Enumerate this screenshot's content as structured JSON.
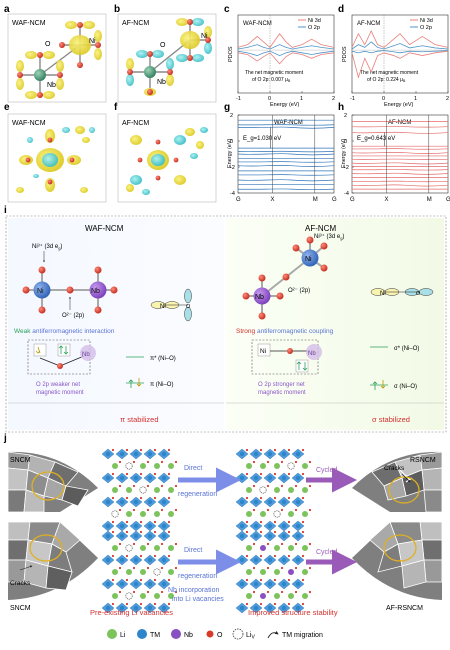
{
  "panel_letters": {
    "a": "a",
    "b": "b",
    "c": "c",
    "d": "d",
    "e": "e",
    "f": "f",
    "g": "g",
    "h": "h",
    "i": "i",
    "j": "j"
  },
  "structures": {
    "a": {
      "title": "WAF-NCM",
      "labels": [
        "Ni",
        "O",
        "Nb"
      ]
    },
    "b": {
      "title": "AF-NCM",
      "labels": [
        "Ni",
        "O",
        "Nb"
      ]
    },
    "e": {
      "title": "WAF-NCM"
    },
    "f": {
      "title": "AF-NCM"
    }
  },
  "colors": {
    "ni3d": "#e8807a",
    "o2p": "#4f95c8",
    "li": "#7cc35c",
    "tm": "#2d86c9",
    "nb": "#8a4fc0",
    "o": "#d83a2a",
    "bandWAF": "#2f73b8",
    "bandAF": "#e46a6a",
    "green": "#2aa15a",
    "red": "#d3302f",
    "purple": "#8a56c6",
    "blue": "#5a73d4"
  },
  "chart_data": [
    {
      "type": "line",
      "title": "WAF-NCM",
      "ylabel": "PDOS",
      "xlabel": "Energy (eV)",
      "xlim": [
        -1,
        2
      ],
      "xticks": [
        -1,
        0,
        1,
        2
      ],
      "legend": [
        "Ni 3d",
        "O 2p"
      ],
      "annotation": "The net magnetic moment\nof O 2p: 0.007 μB",
      "ann_l1": "The net magnetic moment",
      "ann_l2": "of O 2p: 0.007 μ",
      "series": [
        {
          "name": "Ni 3d",
          "x": [
            -1,
            -0.7,
            -0.4,
            -0.2,
            0,
            0.3,
            0.5,
            0.7,
            1.0,
            1.3,
            1.6,
            2.0
          ],
          "up": [
            0.05,
            0.1,
            0.25,
            0.15,
            0.05,
            0.3,
            0.15,
            0.05,
            0.1,
            0.2,
            0.1,
            0.05
          ],
          "down": [
            0.05,
            0.08,
            0.2,
            0.12,
            0.05,
            0.25,
            0.12,
            0.05,
            0.08,
            0.15,
            0.08,
            0.05
          ]
        },
        {
          "name": "O 2p",
          "x": [
            -1,
            -0.7,
            -0.4,
            -0.2,
            0,
            0.3,
            0.5,
            0.7,
            1.0,
            1.3,
            1.6,
            2.0
          ],
          "up": [
            0.02,
            0.05,
            0.1,
            0.05,
            0.02,
            0.1,
            0.05,
            0.02,
            0.05,
            0.08,
            0.05,
            0.02
          ],
          "down": [
            0.02,
            0.05,
            0.1,
            0.05,
            0.02,
            0.1,
            0.05,
            0.02,
            0.05,
            0.08,
            0.05,
            0.02
          ]
        }
      ]
    },
    {
      "type": "line",
      "title": "AF-NCM",
      "ylabel": "PDOS",
      "xlabel": "Energy (eV)",
      "xlim": [
        -1,
        2
      ],
      "xticks": [
        -1,
        0,
        1,
        2
      ],
      "legend": [
        "Ni 3d",
        "O 2p"
      ],
      "annotation": "The net magnetic moment\nof O 2p: 0.224 μB",
      "ann_l1": "The net magnetic moment",
      "ann_l2": "of O 2p: 0.224 μ",
      "series": [
        {
          "name": "Ni 3d",
          "x": [
            -1,
            -0.8,
            -0.6,
            -0.4,
            -0.2,
            0,
            0.3,
            0.5,
            0.8,
            1.2,
            1.6,
            2.0
          ],
          "up": [
            0.05,
            0.3,
            0.1,
            0.35,
            0.1,
            0.05,
            0.2,
            0.3,
            0.1,
            0.25,
            0.1,
            0.05
          ],
          "down": [
            0.05,
            0.5,
            0.15,
            0.4,
            0.1,
            0.05,
            0.1,
            0.15,
            0.05,
            0.1,
            0.05,
            0.02
          ]
        },
        {
          "name": "O 2p",
          "x": [
            -1,
            -0.8,
            -0.6,
            -0.4,
            -0.2,
            0,
            0.3,
            0.5,
            0.8,
            1.2,
            1.6,
            2.0
          ],
          "up": [
            0.02,
            0.1,
            0.05,
            0.15,
            0.05,
            0.02,
            0.08,
            0.12,
            0.04,
            0.08,
            0.04,
            0.02
          ],
          "down": [
            0.02,
            0.05,
            0.02,
            0.05,
            0.02,
            0.01,
            0.03,
            0.05,
            0.02,
            0.03,
            0.02,
            0.01
          ]
        }
      ]
    },
    {
      "type": "line",
      "title": "WAF-NCM",
      "ylabel": "Energy (eV)",
      "gap": "E_g=1.030 eV",
      "gap_value": 1.03,
      "ylim": [
        -4,
        2
      ],
      "yticks": [
        -4,
        -2,
        0,
        2
      ],
      "kpoints": [
        "G",
        "X",
        "M",
        "G"
      ],
      "bands": [
        1.6,
        1.25,
        1.05,
        -0.55,
        -0.8,
        -1.0,
        -1.35,
        -1.6,
        -1.9,
        -2.3,
        -2.6,
        -3.0,
        -3.35,
        -3.7
      ]
    },
    {
      "type": "line",
      "title": "AF-NCM",
      "ylabel": "Energy (eV)",
      "gap": "E_g=0.643 eV",
      "gap_value": 0.643,
      "ylim": [
        -4,
        2
      ],
      "yticks": [
        -4,
        -2,
        0,
        2
      ],
      "kpoints": [
        "G",
        "X",
        "M",
        "G"
      ],
      "bands": [
        1.5,
        1.1,
        0.65,
        -0.4,
        -0.6,
        -0.9,
        -1.15,
        -1.4,
        -1.7,
        -1.95,
        -2.2,
        -2.5,
        -2.8,
        -3.1,
        -3.4,
        -3.7
      ]
    }
  ],
  "panel_i": {
    "left_title": "WAF-NCM",
    "right_title": "AF-NCM",
    "ni_label": "Ni",
    "nb_label": "Nb",
    "o_label": "O",
    "ni3_label": "Ni³⁺ (3d e",
    "o2_label": "O²⁻ (2p)",
    "left_weak_word": "Weak",
    "left_weak_rest": " antiferromagnetic interaction",
    "right_strong_word": "Strong",
    "right_strong_rest": " antiferromagnetic coupling",
    "left_moment": [
      "O 2p weaker net",
      "magnetic moment"
    ],
    "right_moment": [
      "O 2p stronger net",
      "magnetic moment"
    ],
    "pi_star": "π* (Ni–O)",
    "pi": "π (Ni–O)",
    "sigma_star": "σ* (Ni–O)",
    "sigma": "σ (Ni–O)",
    "left_stab": "π stabilized",
    "right_stab": "σ stabilized"
  },
  "panel_j": {
    "sncm_top": "SNCM",
    "sncm_bottom": "SNCM",
    "rsncm": "RSNCM",
    "af_rsncm": "AF-RSNCM",
    "cracks": "Cracks",
    "direct_regeneration": "Direct regeneration",
    "nb_incorporation": "Nb incorporation into Li vacancies",
    "cycled": "Cycled",
    "pre_existing": "Pre-existing Li vacancies",
    "improved": "Improved structure stability",
    "legend": [
      "Li",
      "TM",
      "Nb",
      "O",
      "Li",
      "TM migration"
    ]
  }
}
